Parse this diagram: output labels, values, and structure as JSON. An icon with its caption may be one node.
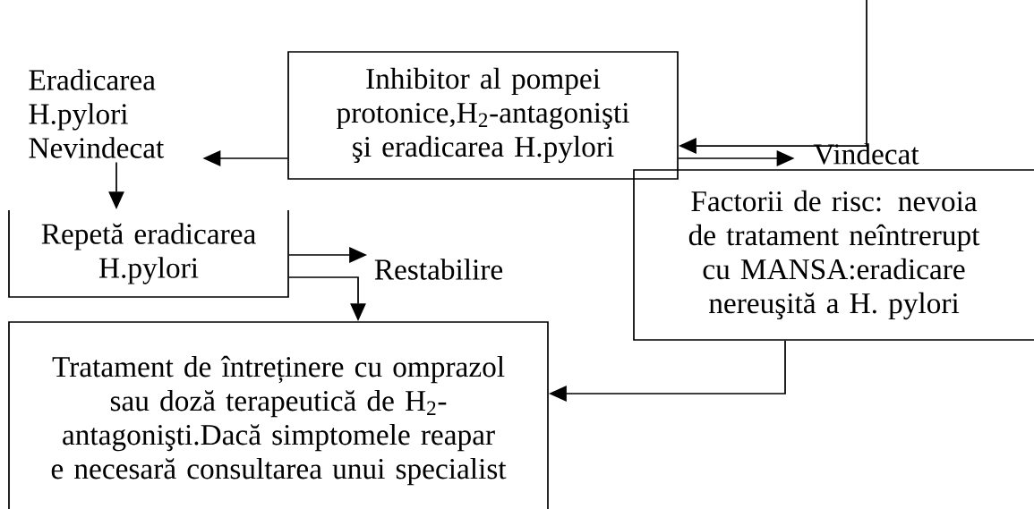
{
  "diagram": {
    "nodes": [
      {
        "text": [
          "Eradicarea H.pylori Nevindecat"
        ]
      },
      {
        "text": [
          "Inhibitor al pompei protonice,H$_{2}$-antagonişti şi eradicarea H.pylori"
        ]
      },
      {
        "text": [
          "Vindecat"
        ]
      },
      {
        "text": [
          "Factorii de risc: nevoia de tratament neîntrerupt cu MANSA:eradicare nereuşită a H. pylori"
        ]
      },
      {
        "text": [
          "Repetă eradicarea H.pylori"
        ]
      },
      {
        "text": [
          "Restabilire"
        ]
      },
      {
        "text": [
          "Tratament de întreținere cu omprazol sau doză terapeutică de H$_{2}$-antagonişti.Dacă simptomele reapar e necesară consultarea unui specialist"
        ]
      }
    ],
    "edges": [
      {
        "from": null,
        "to": 1,
        "arrow": "to"
      },
      {
        "from": 1,
        "to": 0,
        "arrow": "to"
      },
      {
        "from": 1,
        "to": 2,
        "arrow": "to"
      },
      {
        "from": 0,
        "to": 4,
        "arrow": "to"
      },
      {
        "from": 4,
        "to": 5,
        "arrow": "to"
      },
      {
        "from": 4,
        "to": 6,
        "arrow": "to"
      },
      {
        "from": 3,
        "to": 6,
        "arrow": "to"
      }
    ]
  }
}
